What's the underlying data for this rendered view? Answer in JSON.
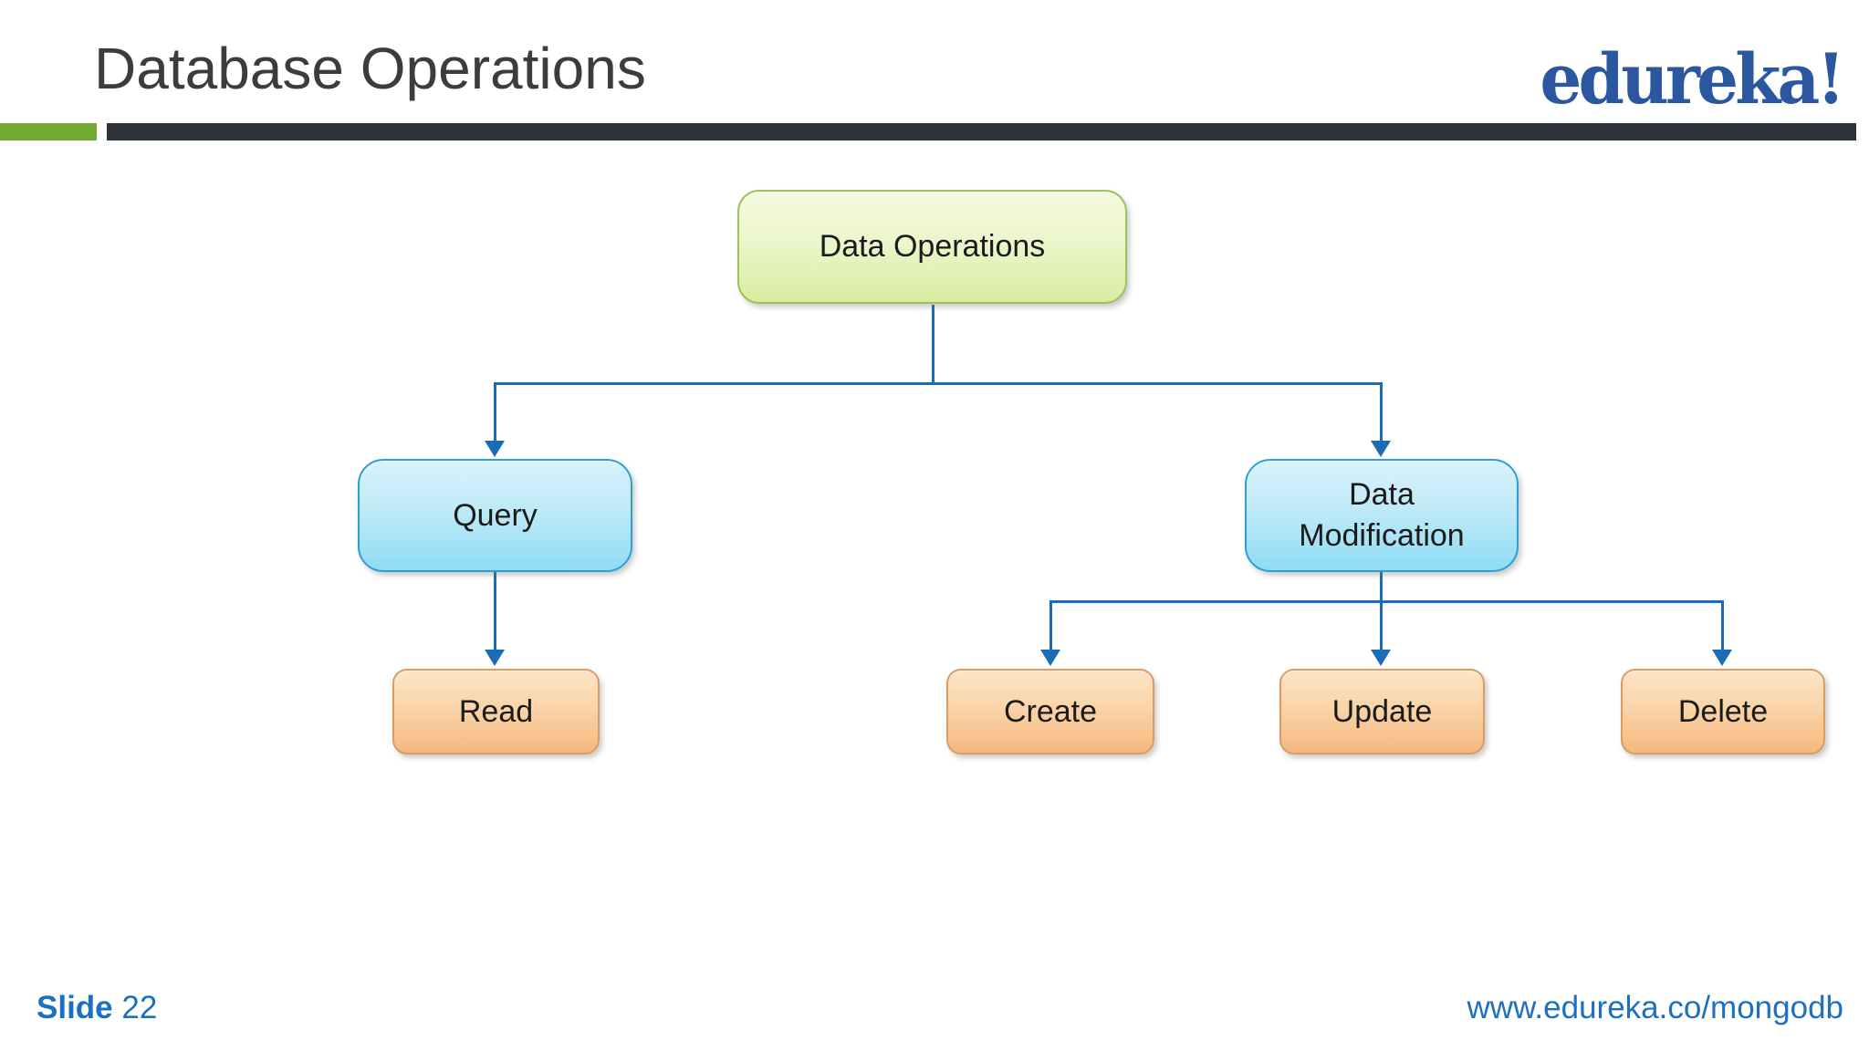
{
  "header": {
    "title": "Database Operations",
    "logo": "edureka!"
  },
  "diagram": {
    "type": "tree",
    "root": {
      "label": "Data Operations"
    },
    "level2": [
      {
        "label": "Query",
        "parent": "Data Operations"
      },
      {
        "label": "Data Modification",
        "parent": "Data Operations"
      }
    ],
    "level3": [
      {
        "label": "Read",
        "parent": "Query"
      },
      {
        "label": "Create",
        "parent": "Data Modification"
      },
      {
        "label": "Update",
        "parent": "Data Modification"
      },
      {
        "label": "Delete",
        "parent": "Data Modification"
      }
    ]
  },
  "footer": {
    "slide_label": "Slide",
    "slide_number": "22",
    "url": "www.edureka.co/mongodb"
  },
  "colors": {
    "connector_blue": "#1b6cb7",
    "title_gray": "#3c3c3c",
    "logo_blue": "#2a579f",
    "footer_blue": "#1c70bf",
    "accent_bar_green": "#72aa34",
    "accent_bar_dark": "#2d3338",
    "root_node_fill_top": "#f4fadf",
    "root_node_fill_bottom": "#d8ec9f",
    "root_node_border": "#9cc25c",
    "level2_node_fill_top": "#d9f2fb",
    "level2_node_fill_bottom": "#8fdcf4",
    "level2_node_border": "#2d9fd6",
    "level3_node_fill_top": "#fce5c9",
    "level3_node_fill_bottom": "#f5b87f",
    "level3_node_border": "#db9c60"
  }
}
